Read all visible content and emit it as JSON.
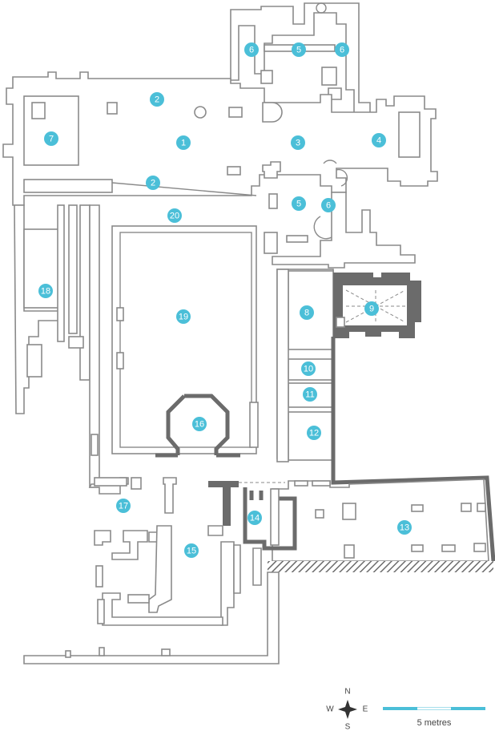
{
  "colors": {
    "marker": "#4bbfd8",
    "wall_outline": "#8a8a8a",
    "wall_solid": "#6b6b6b",
    "scale_bar": "#4bbfd8"
  },
  "compass": {
    "north": "N",
    "south": "S",
    "east": "E",
    "west": "W",
    "icon": "compass-rose-icon"
  },
  "scale_bar": {
    "label": "5 metres"
  },
  "markers": [
    {
      "label": "1"
    },
    {
      "label": "2"
    },
    {
      "label": "2"
    },
    {
      "label": "3"
    },
    {
      "label": "4"
    },
    {
      "label": "5"
    },
    {
      "label": "5"
    },
    {
      "label": "6"
    },
    {
      "label": "6"
    },
    {
      "label": "6"
    },
    {
      "label": "7"
    },
    {
      "label": "8"
    },
    {
      "label": "9"
    },
    {
      "label": "10"
    },
    {
      "label": "11"
    },
    {
      "label": "12"
    },
    {
      "label": "13"
    },
    {
      "label": "14"
    },
    {
      "label": "15"
    },
    {
      "label": "16"
    },
    {
      "label": "17"
    },
    {
      "label": "18"
    },
    {
      "label": "19"
    },
    {
      "label": "20"
    }
  ]
}
